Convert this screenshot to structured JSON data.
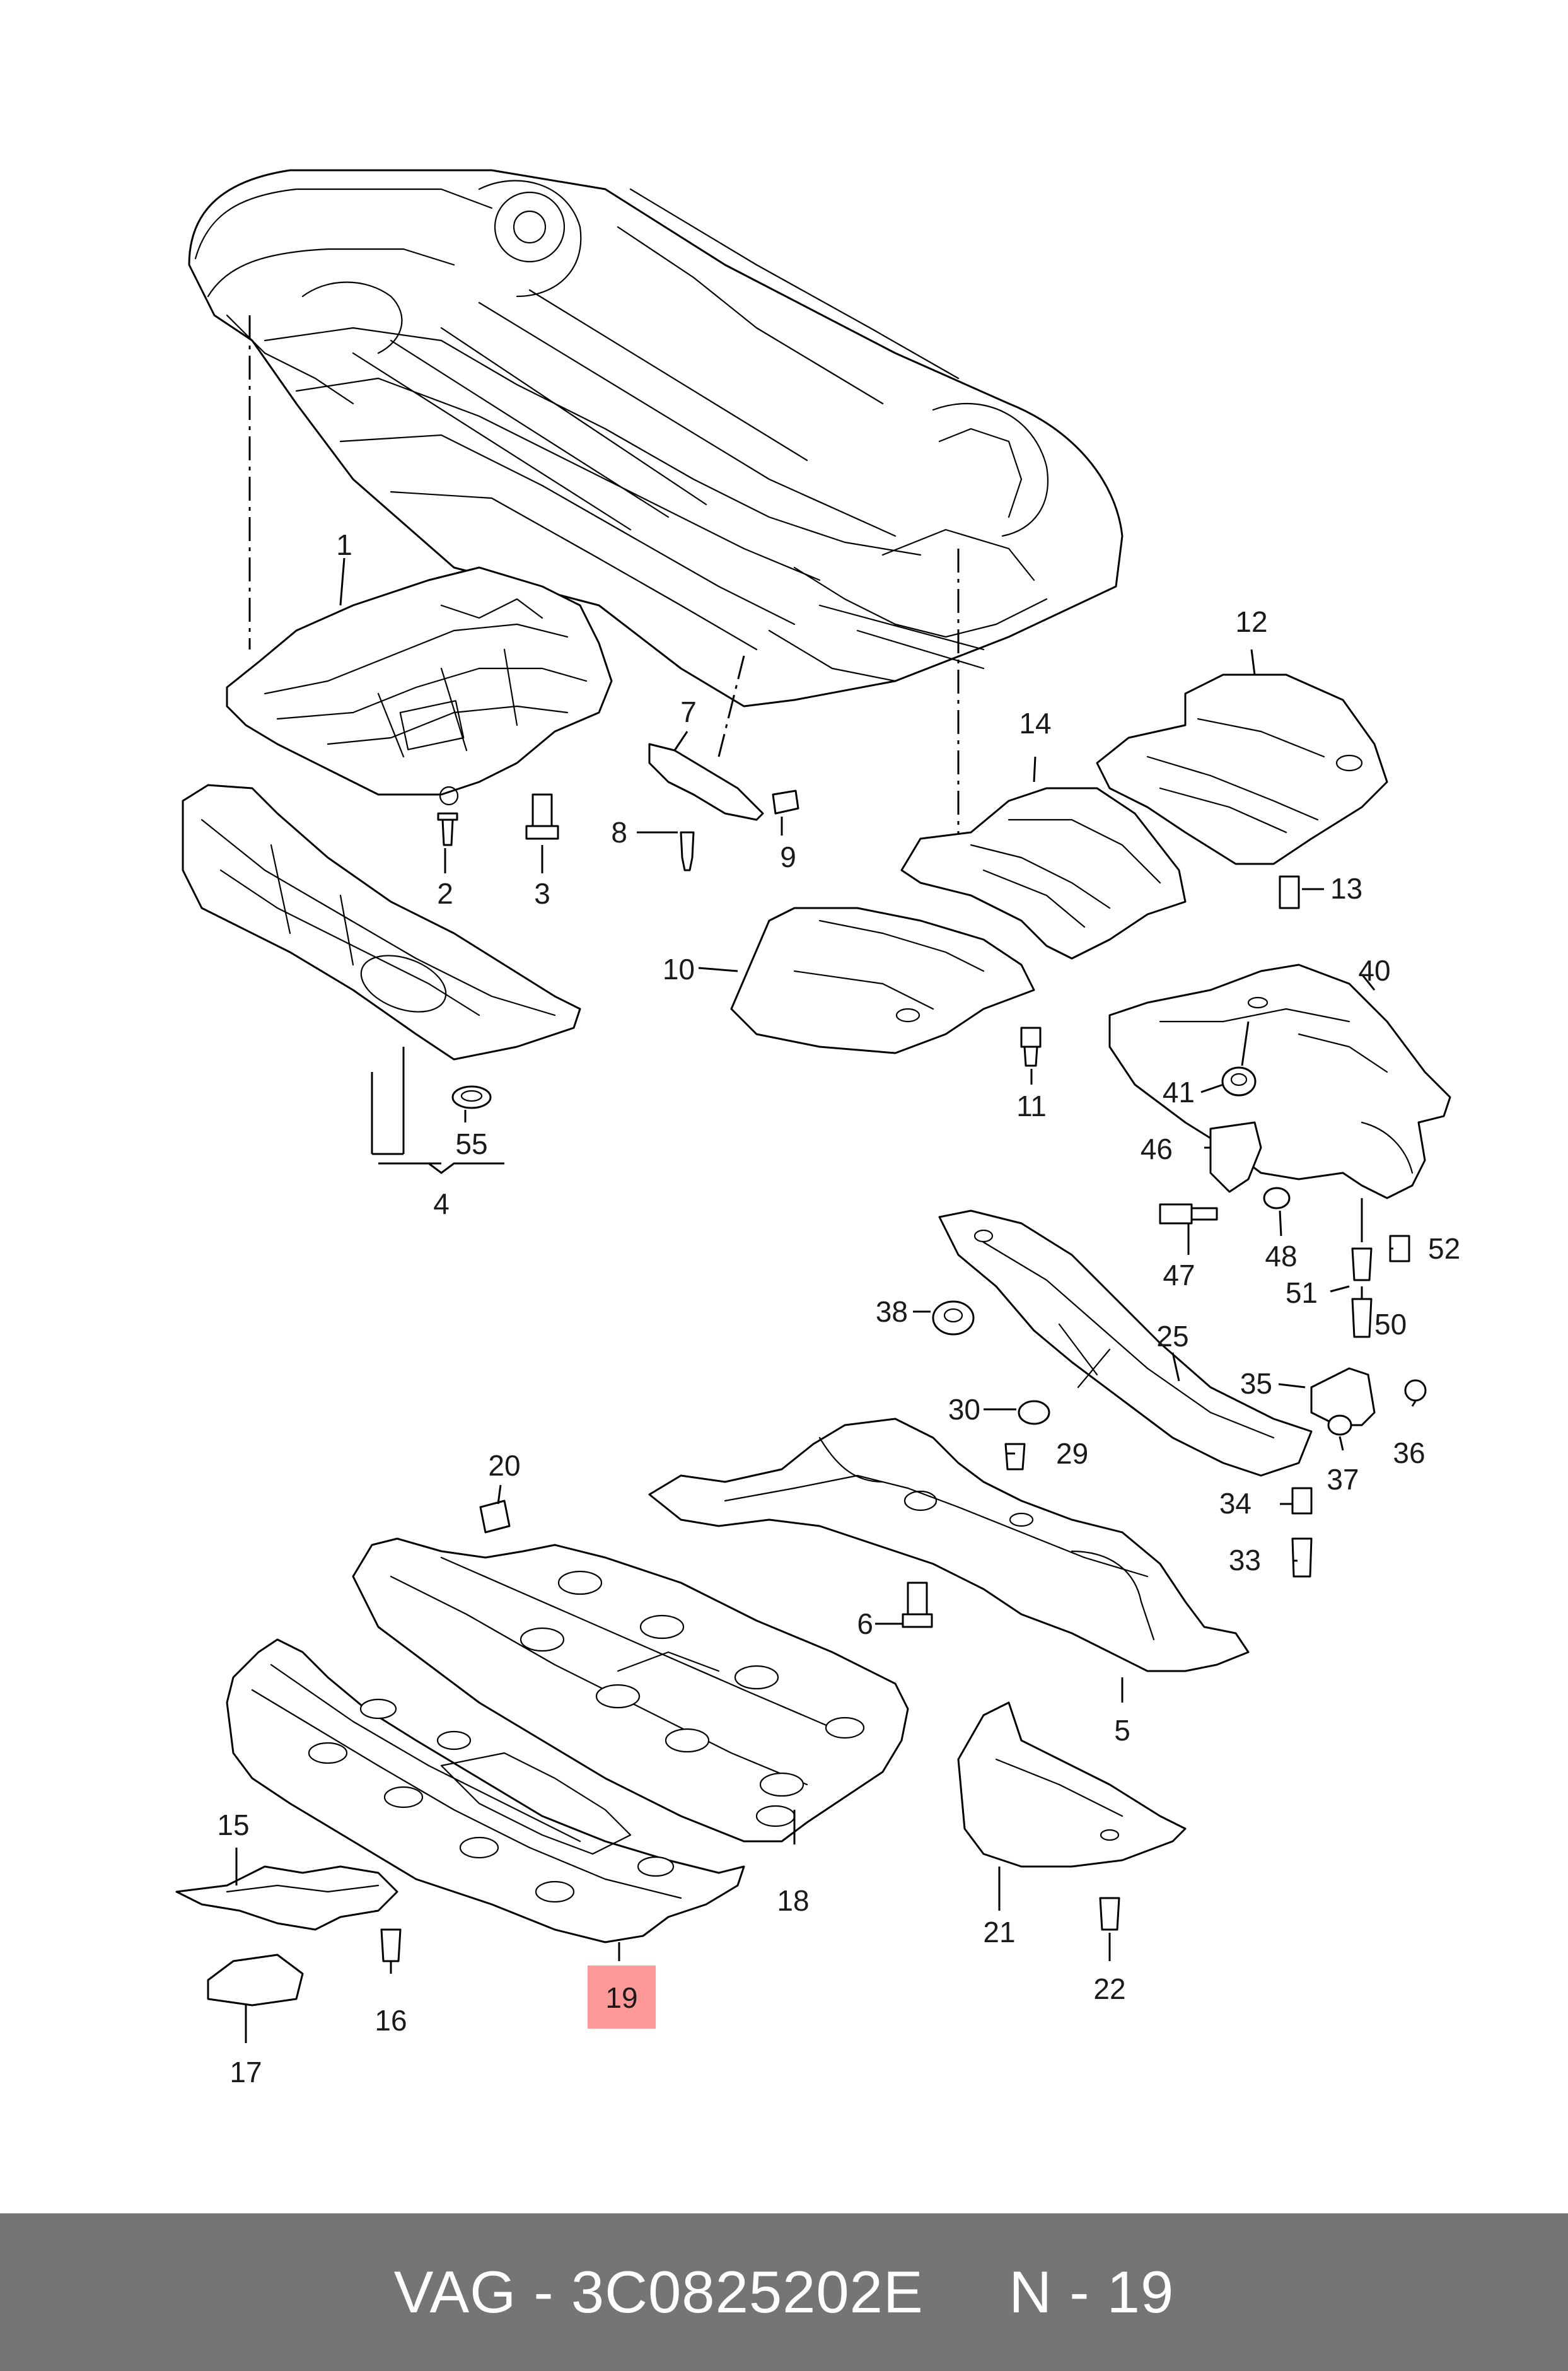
{
  "callouts": {
    "c1": "1",
    "c2": "2",
    "c3": "3",
    "c4": "4",
    "c5": "5",
    "c6": "6",
    "c7": "7",
    "c8": "8",
    "c9": "9",
    "c10": "10",
    "c11": "11",
    "c12": "12",
    "c13": "13",
    "c14": "14",
    "c15": "15",
    "c16": "16",
    "c17": "17",
    "c18": "18",
    "c19": "19",
    "c20": "20",
    "c21": "21",
    "c22": "22",
    "c25": "25",
    "c29": "29",
    "c30": "30",
    "c33": "33",
    "c34": "34",
    "c35": "35",
    "c36": "36",
    "c37": "37",
    "c38": "38",
    "c40": "40",
    "c41": "41",
    "c46": "46",
    "c47": "47",
    "c48": "48",
    "c50": "50",
    "c51": "51",
    "c52": "52",
    "c55": "55"
  },
  "highlight_color": "#ff9999",
  "footer": {
    "brand": "VAG",
    "separator": " - ",
    "part_number": "3C0825202E",
    "position_label": "N - 19",
    "background": "#757575"
  }
}
